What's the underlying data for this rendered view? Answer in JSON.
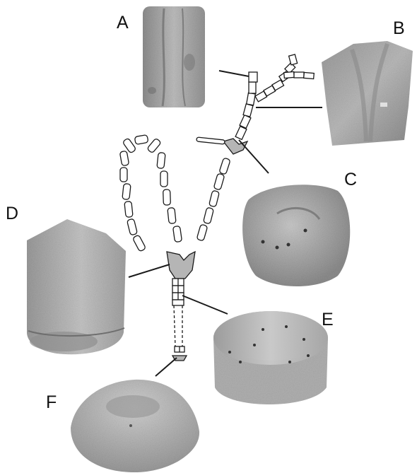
{
  "figure": {
    "background": "#ffffff",
    "line_color": "#1a1a1a",
    "specimen_fill": "#b7b7b7",
    "highlight_fill": "#a9a9a9",
    "panels": [
      {
        "id": "A",
        "label": "A"
      },
      {
        "id": "B",
        "label": "B"
      },
      {
        "id": "C",
        "label": "C"
      },
      {
        "id": "D",
        "label": "D"
      },
      {
        "id": "E",
        "label": "E"
      },
      {
        "id": "F",
        "label": "F"
      }
    ]
  }
}
